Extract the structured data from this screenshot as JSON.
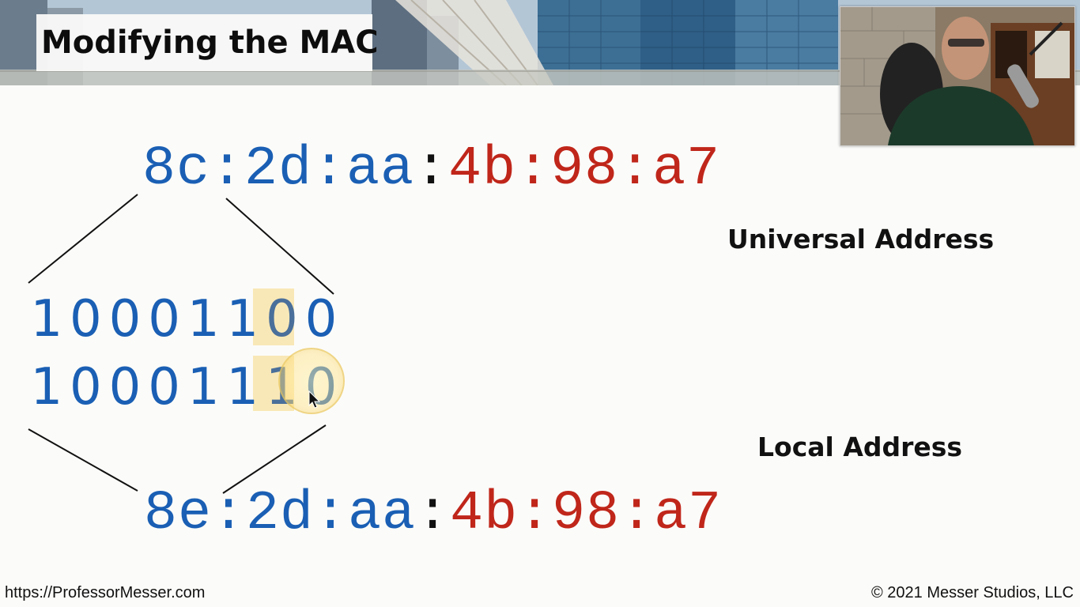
{
  "slide": {
    "title": "Modifying the MAC"
  },
  "mac_top": {
    "oui": "8c:2d:aa",
    "separator": ":",
    "nic": "4b:98:a7"
  },
  "mac_bottom": {
    "oui": "8e:2d:aa",
    "separator": ":",
    "nic": "4b:98:a7"
  },
  "binary_top": [
    "1",
    "0",
    "0",
    "0",
    "1",
    "1",
    "0",
    "0"
  ],
  "binary_bottom": [
    "1",
    "0",
    "0",
    "0",
    "1",
    "1",
    "1",
    "0"
  ],
  "labels": {
    "universal": "Universal Address",
    "local": "Local Address"
  },
  "footer": {
    "url": "https://ProfessorMesser.com",
    "copyright": "© 2021 Messer Studios, LLC"
  },
  "colors": {
    "oui_blue": "#1a5fb4",
    "nic_red": "#c0261a",
    "highlight": "#f8e2a0"
  },
  "icons": {
    "webcam": "presenter-webcam-icon",
    "cursor": "mouse-pointer-icon"
  }
}
